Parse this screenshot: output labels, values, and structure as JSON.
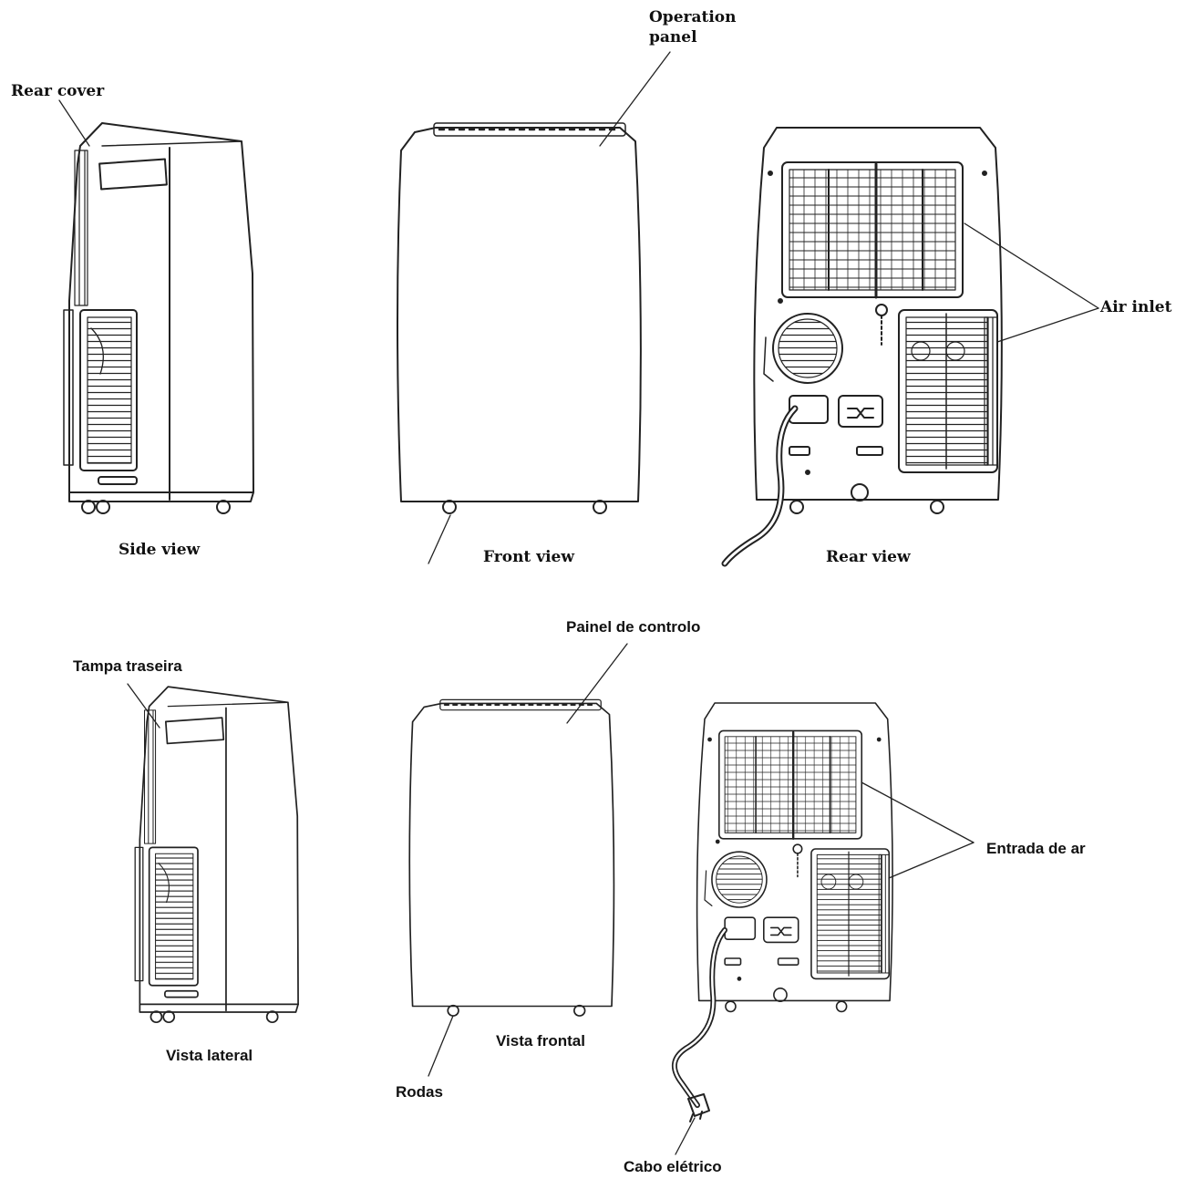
{
  "english": {
    "operation_panel": "Operation panel",
    "rear_cover": "Rear cover",
    "air_inlet": "Air inlet",
    "side_view": "Side view",
    "front_view": "Front view",
    "rear_view": "Rear view"
  },
  "portuguese": {
    "painel_de_controlo": "Painel de controlo",
    "tampa_traseira": "Tampa traseira",
    "entrada_de_ar": "Entrada de ar",
    "vista_lateral": "Vista lateral",
    "vista_frontal": "Vista frontal",
    "rodas": "Rodas",
    "cabo_eletrico": "Cabo elétrico"
  },
  "colors": {
    "line": "#222222",
    "background": "#ffffff"
  }
}
